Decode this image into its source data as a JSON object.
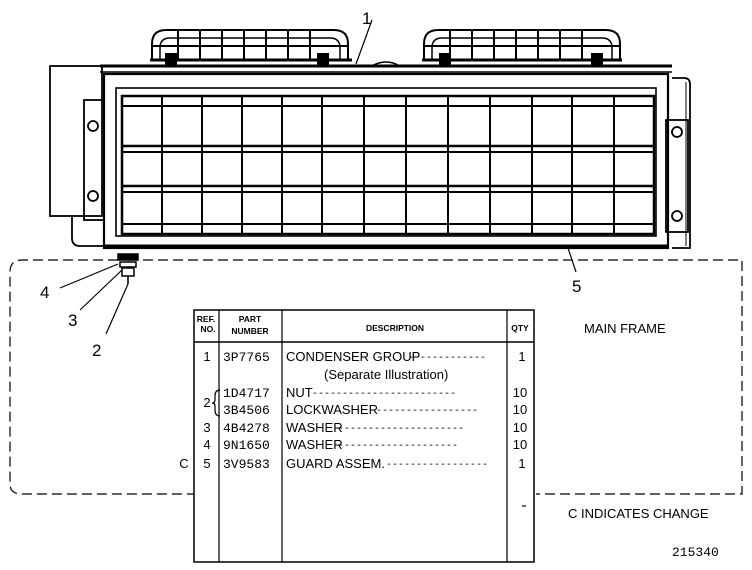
{
  "callouts": [
    {
      "id": "1",
      "label": "1"
    },
    {
      "id": "2",
      "label": "2"
    },
    {
      "id": "3",
      "label": "3"
    },
    {
      "id": "4",
      "label": "4"
    },
    {
      "id": "5",
      "label": "5"
    }
  ],
  "table": {
    "headers": {
      "ref_line1": "REF.",
      "ref_line2": "NO.",
      "part_line1": "PART",
      "part_line2": "NUMBER",
      "description": "DESCRIPTION",
      "qty": "QTY"
    },
    "rows": [
      {
        "change": "",
        "ref": "1",
        "part": "3P7765",
        "description": "CONDENSER GROUP",
        "description_sub": "(Separate Illustration)",
        "qty": "1"
      },
      {
        "change": "",
        "ref": "2",
        "part": "1D4717",
        "description": "NUT",
        "description_sub": "",
        "qty": "10"
      },
      {
        "change": "",
        "ref": "",
        "part": "3B4506",
        "description": "LOCKWASHER",
        "description_sub": "",
        "qty": "10"
      },
      {
        "change": "",
        "ref": "3",
        "part": "4B4278",
        "description": "WASHER",
        "description_sub": "",
        "qty": "10"
      },
      {
        "change": "",
        "ref": "4",
        "part": "9N1650",
        "description": "WASHER",
        "description_sub": "",
        "qty": "10"
      },
      {
        "change": "C",
        "ref": "5",
        "part": "3V9583",
        "description": "GUARD ASSEM.",
        "description_sub": "",
        "qty": "1"
      }
    ]
  },
  "labels": {
    "main_frame": "MAIN FRAME",
    "change_note": "C INDICATES CHANGE",
    "figure_number": "215340"
  }
}
